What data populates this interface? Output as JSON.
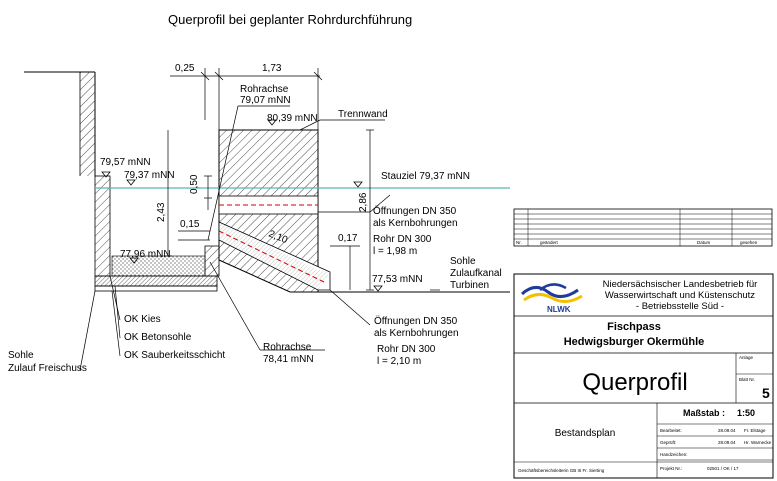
{
  "title": "Querprofil bei geplanter Rohrdurchführung",
  "dims": {
    "top_small": "0,25",
    "top_large": "1,73",
    "h_050": "0,50",
    "h_243": "2,43",
    "h_286": "2,86",
    "h_015": "0,15",
    "h_017": "0,17",
    "slope_len": "2,10"
  },
  "labels": {
    "rohrachse_top_1": "Rohrachse",
    "rohrachse_top_2": "79,07 mNN",
    "trennwand": "Trennwand",
    "wall_top": "80,39 mNN",
    "left_top": "79,57 mNN",
    "left_water": "79,37 mNN",
    "stauziel": "Stauziel 79,37 mNN",
    "left_bottom": "77,96 mNN",
    "right_bottom": "77,53 mNN",
    "oeff1_1": "Öffnungen DN 350",
    "oeff1_2": "als Kernbohrungen",
    "rohr1_1": "Rohr DN 300",
    "rohr1_2": "l = 1,98 m",
    "sohle_r1": "Sohle",
    "sohle_r2": "Zulaufkanal",
    "sohle_r3": "Turbinen",
    "oeff2_1": "Öffnungen DN 350",
    "oeff2_2": "als Kernbohrungen",
    "rohr2_1": "Rohr DN 300",
    "rohr2_2": "l = 2,10 m",
    "rohrachse_bot_1": "Rohrachse",
    "rohrachse_bot_2": "78,41 mNN",
    "ok_kies": "OK Kies",
    "ok_beton": "OK Betonsohle",
    "ok_sauber": "OK Sauberkeitsschicht",
    "sohle_l1": "Sohle",
    "sohle_l2": "Zulauf Freischuss"
  },
  "revision_table": {
    "nr": "Nr.",
    "geaendert": "geändert",
    "datum": "Datum",
    "gesehen": "gesehen"
  },
  "titleblock": {
    "org1": "Niedersächsischer Landesbetrieb für",
    "org2": "Wasserwirtschaft und Küstenschutz",
    "org3": "- Betriebsstelle Süd -",
    "logo_text": "NLWK",
    "project1": "Fischpass",
    "project2": "Hedwigsburger Okermühle",
    "drawing_title": "Querprofil",
    "anlage_label": "Anlage",
    "blatt_label": "Blatt Nr.",
    "blatt_no": "5",
    "massstab_label": "Maßstab :",
    "massstab_value": "1:50",
    "plan_type": "Bestandsplan",
    "bearbeitet_label": "Bearbeitet:",
    "bearbeitet_date": "28.09.04",
    "bearbeitet_name": "Fr. Elstage",
    "geprueft_label": "Geprüft:",
    "geprueft_date": "28.09.04",
    "geprueft_name": "Hr. Warnecke",
    "handzeichen_label": "Handzeichen:",
    "projekt_label": "Projekt Nr.:",
    "projekt_value": "02501 / OK / 17",
    "leiter": "Geschäftsbereichsleiterin GB III Fr. Sierting"
  },
  "colors": {
    "water_line": "#59b7b7",
    "pipe_dash": "#d00000",
    "logo_blue": "#1f3c99",
    "logo_yellow": "#f2c200"
  }
}
